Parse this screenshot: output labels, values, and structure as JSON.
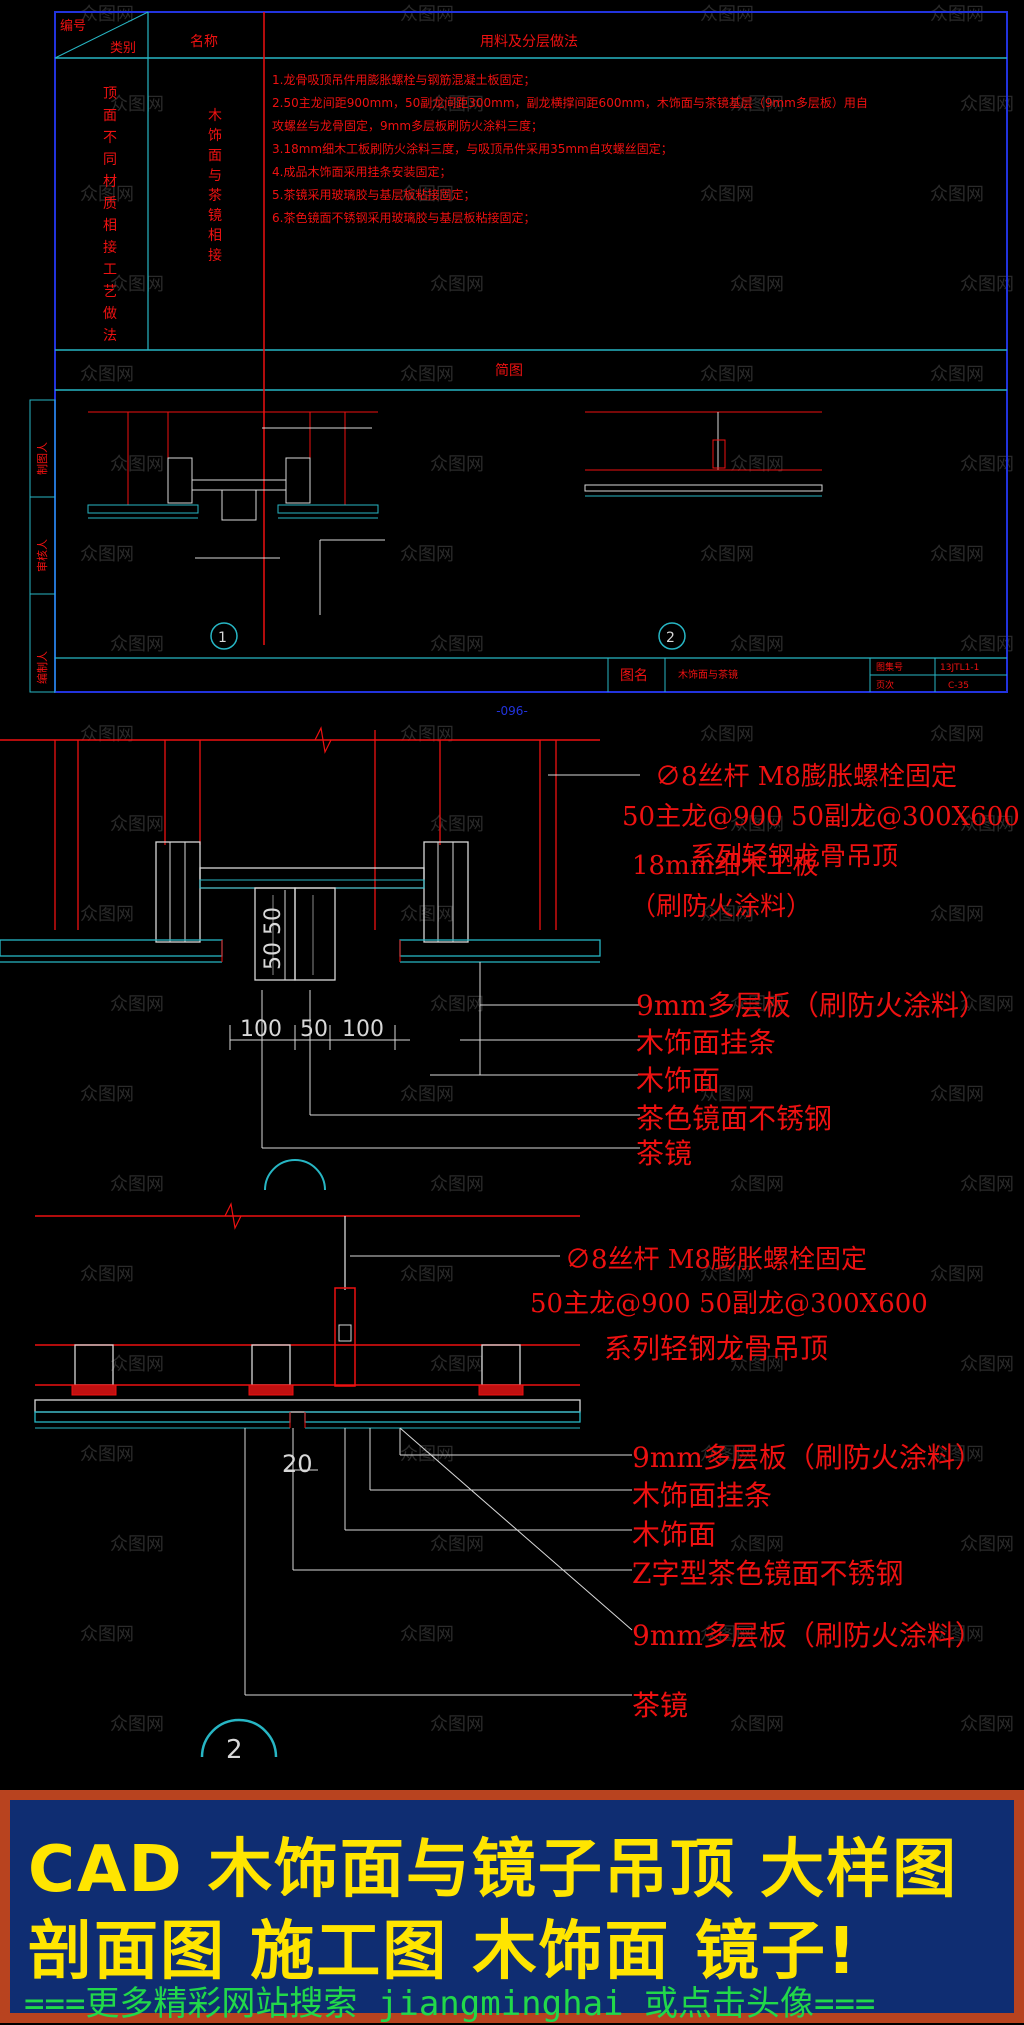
{
  "sheet": {
    "header_no": "编号",
    "header_category": "类别",
    "header_name": "名称",
    "header_method": "用料及分层做法",
    "category_text": "顶面不同材质相接工艺做法",
    "name_text": "木饰面与茶镜相接",
    "steps": [
      "1.龙骨吸顶吊件用膨胀螺栓与钢筋混凝土板固定；",
      "2.50主龙间距900mm，50副龙间距300mm，副龙横撑间距600mm，木饰面与茶镜基层（9mm多层板）用自",
      "攻螺丝与龙骨固定，9mm多层板刷防火涂料三度；",
      "3.18mm细木工板刷防火涂料三度，与吸顶吊件采用35mm自攻螺丝固定；",
      "4.成品木饰面采用挂条安装固定；",
      "5.茶镜采用玻璃胶与基层板粘接固定；",
      "6.茶色镜面不锈钢采用玻璃胶与基层板粘接固定；"
    ],
    "section_title": "简图",
    "side_labels": [
      "制图人",
      "审核人",
      "编制人"
    ],
    "title_label": "图名",
    "title_value": "木饰面与茶镜",
    "drawing_no_label": "图集号",
    "drawing_no": "13JTL1-1",
    "page_label": "页次",
    "page_value": "C-35",
    "page_number": "-096-"
  },
  "details": {
    "d1_callouts": [
      "∅8丝杆 M8膨胀螺栓固定",
      "50主龙@900  50副龙@300X600",
      "系列轻钢龙骨吊顶",
      "18mm细木工板",
      "（刷防火涂料）",
      "9mm多层板（刷防火涂料）",
      "木饰面挂条",
      "木饰面",
      "茶色镜面不锈钢",
      "茶镜"
    ],
    "d1_dims": [
      "100",
      "50",
      "100",
      "50",
      "50"
    ],
    "d1_no": "1",
    "d2_callouts": [
      "∅8丝杆 M8膨胀螺栓固定",
      "50主龙@900  50副龙@300X600",
      "系列轻钢龙骨吊顶",
      "9mm多层板（刷防火涂料）",
      "木饰面挂条",
      "木饰面",
      "Z字型茶色镜面不锈钢",
      "9mm多层板（刷防火涂料）",
      "茶镜"
    ],
    "d2_dim": "20",
    "d2_no": "2"
  },
  "watermark": "众图网",
  "banner": {
    "line1": "CAD 木饰面与镜子吊顶 大样图",
    "line2": "剖面图 施工图 木饰面 镜子!",
    "line3": "===更多精彩网站搜索 jiangminghai 或点击头像==="
  }
}
